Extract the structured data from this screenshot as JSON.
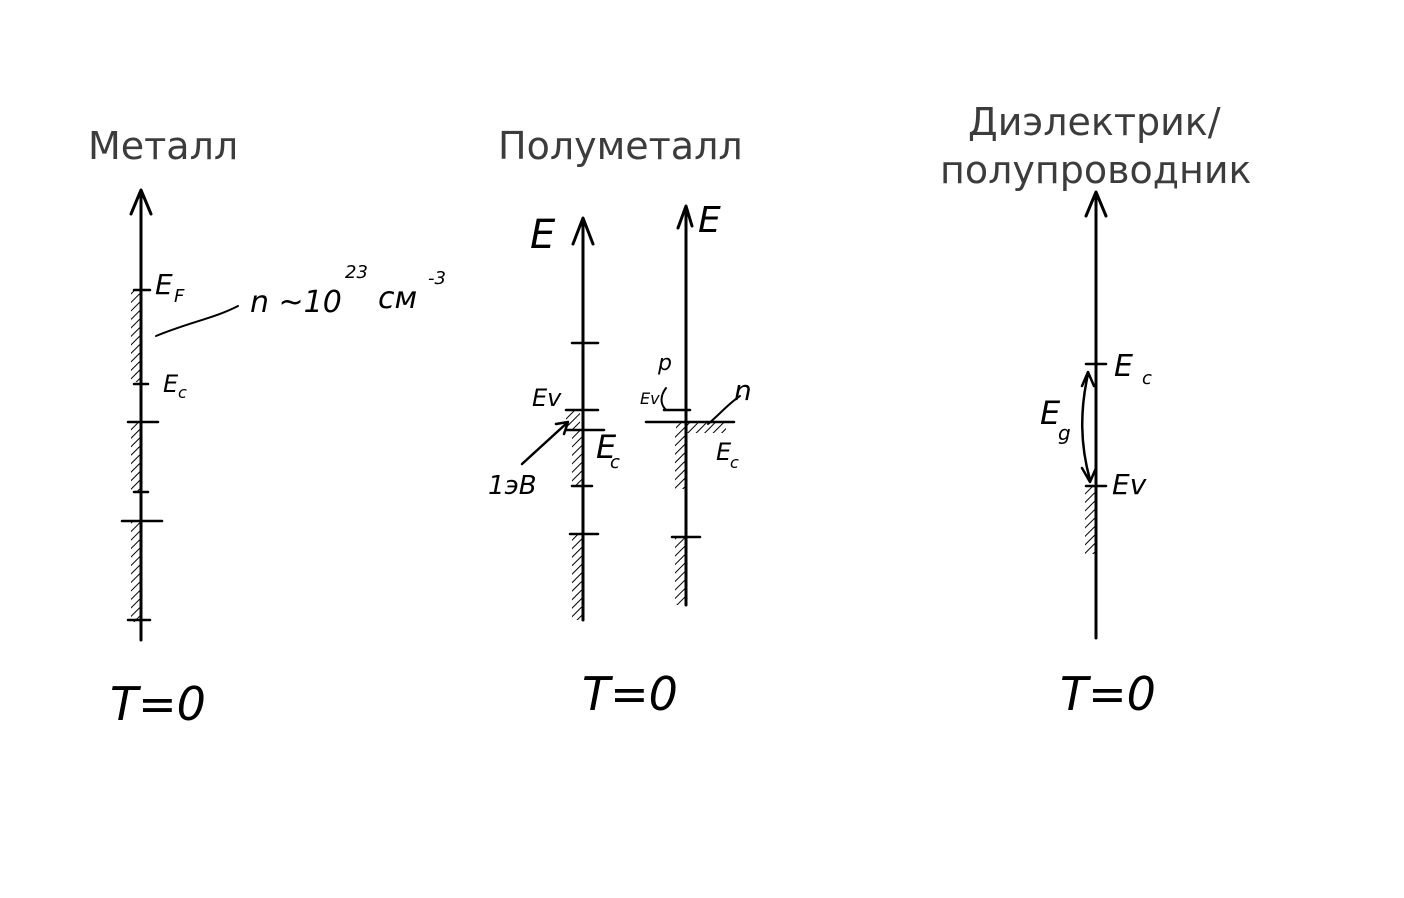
{
  "panels": {
    "metal": {
      "title": "Металл",
      "ef_label": "E",
      "ef_sub": "F",
      "ec_label": "E",
      "ec_sub": "c",
      "density_label": "n ~10",
      "density_exp": "23",
      "density_unit": "см",
      "density_unit_exp": "-3",
      "temperature": "T=0"
    },
    "semimetal": {
      "title": "Полуметалл",
      "e_axis_left": "E",
      "e_axis_right": "E",
      "ev_label": "Ev",
      "ec_label_left": "E",
      "ec_sub_left": "c",
      "ec_label_right": "E",
      "ec_sub_right": "c",
      "ev_small": "Ev",
      "p_label": "p",
      "n_label": "n",
      "ev_unit": "1эВ",
      "temperature": "T=0"
    },
    "dielectric": {
      "title_line1": "Диэлектрик/",
      "title_line2": "полупроводник",
      "ec_label": "E",
      "ec_sub": "c",
      "ev_label": "Ev",
      "eg_label": "E",
      "eg_sub": "g",
      "temperature": "T=0"
    }
  }
}
